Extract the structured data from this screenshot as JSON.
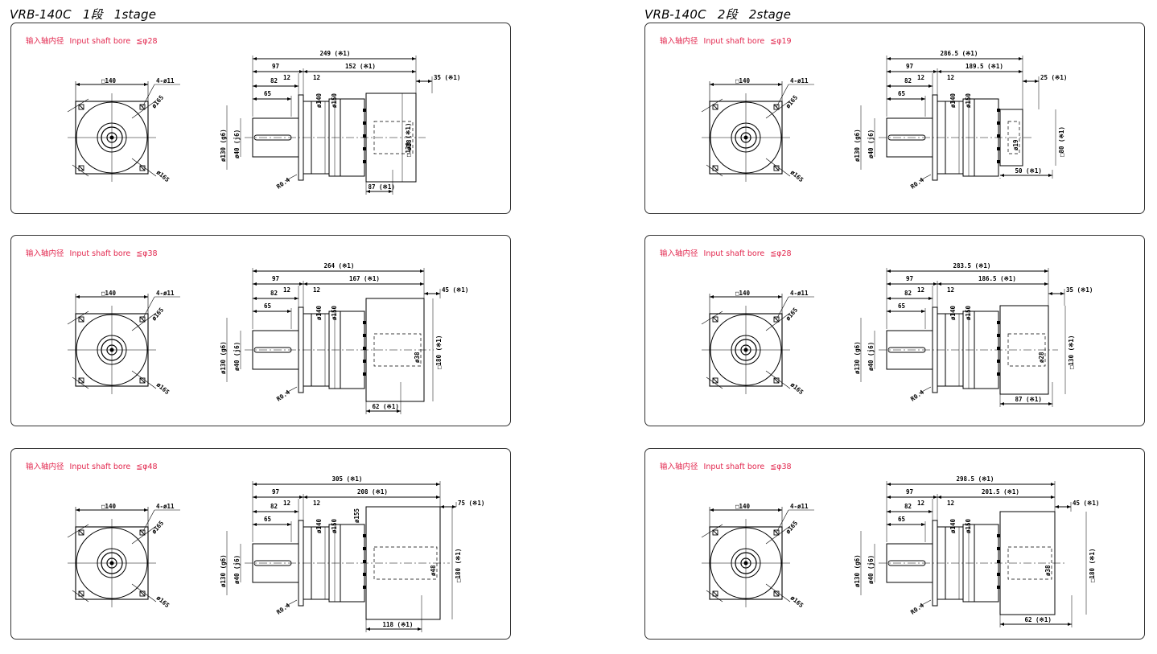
{
  "columns": [
    {
      "title_model": "VRB-140C",
      "title_stage_jp": "1段",
      "title_stage_en": "1stage",
      "panels": [
        {
          "bore_jp": "输入轴内径",
          "bore_en": "Input shaft bore",
          "bore_value": "≦φ28",
          "front": {
            "square": "□140",
            "holes": "4-ø11",
            "pcd_top": "ø165",
            "pcd_bottom": "ø165"
          },
          "side": {
            "overall": "249 (※1)",
            "shaft_len": "97",
            "motor_len": "152 (※1)",
            "flange_tail": "35 (※1)",
            "pilot_len": "82",
            "key_len": "65",
            "t1": "12",
            "t2": "12",
            "d140": "ø140",
            "d150": "ø150",
            "shaft_dia": "ø40 (j6)",
            "spigot": "ø130 (g6)",
            "radius": "R0.4",
            "bore_dia": "ø28",
            "adapter_sq": "□130 (※1)",
            "bottom_len": "87 (※1)"
          }
        },
        {
          "bore_jp": "输入轴内径",
          "bore_en": "Input shaft bore",
          "bore_value": "≦φ38",
          "front": {
            "square": "□140",
            "holes": "4-ø11",
            "pcd_top": "ø165",
            "pcd_bottom": "ø165"
          },
          "side": {
            "overall": "264 (※1)",
            "shaft_len": "97",
            "motor_len": "167 (※1)",
            "flange_tail": "45 (※1)",
            "pilot_len": "82",
            "key_len": "65",
            "t1": "12",
            "t2": "12",
            "d140": "ø140",
            "d150": "ø150",
            "shaft_dia": "ø40 (j6)",
            "spigot": "ø130 (g6)",
            "radius": "R0.4",
            "bore_dia": "ø38",
            "adapter_sq": "□180 (※1)",
            "bottom_len": "62 (※1)"
          }
        },
        {
          "bore_jp": "输入轴内径",
          "bore_en": "Input shaft bore",
          "bore_value": "≦φ48",
          "front": {
            "square": "□140",
            "holes": "4-ø11",
            "pcd_top": "ø165",
            "pcd_bottom": "ø165"
          },
          "side": {
            "overall": "305 (※1)",
            "shaft_len": "97",
            "motor_len": "208 (※1)",
            "flange_tail": "75 (※1)",
            "pilot_len": "82",
            "key_len": "65",
            "t1": "12",
            "t2": "12",
            "d140": "ø140",
            "d150": "ø150",
            "d155": "ø155",
            "shaft_dia": "ø40 (j6)",
            "spigot": "ø130 (g6)",
            "radius": "R0.4",
            "bore_dia": "ø48",
            "adapter_sq": "□180 (※1)",
            "bottom_len": "118 (※1)"
          }
        }
      ]
    },
    {
      "title_model": "VRB-140C",
      "title_stage_jp": "2段",
      "title_stage_en": "2stage",
      "panels": [
        {
          "bore_jp": "输入轴内径",
          "bore_en": "Input shaft bore",
          "bore_value": "≦φ19",
          "front": {
            "square": "□140",
            "holes": "4-ø11",
            "pcd_top": "ø165",
            "pcd_bottom": "ø165"
          },
          "side": {
            "overall": "286.5 (※1)",
            "shaft_len": "97",
            "motor_len": "189.5 (※1)",
            "flange_tail": "25 (※1)",
            "pilot_len": "82",
            "key_len": "65",
            "t1": "12",
            "t2": "12",
            "d140": "ø140",
            "d150": "ø150",
            "shaft_dia": "ø40 (j6)",
            "spigot": "ø130 (g6)",
            "radius": "R0.4",
            "bore_dia": "ø19",
            "adapter_sq": "□80 (※1)",
            "bottom_len": "50 (※1)"
          }
        },
        {
          "bore_jp": "输入轴内径",
          "bore_en": "Input shaft bore",
          "bore_value": "≦φ28",
          "front": {
            "square": "□140",
            "holes": "4-ø11",
            "pcd_top": "ø165",
            "pcd_bottom": "ø165"
          },
          "side": {
            "overall": "283.5 (※1)",
            "shaft_len": "97",
            "motor_len": "186.5 (※1)",
            "flange_tail": "35 (※1)",
            "pilot_len": "82",
            "key_len": "65",
            "t1": "12",
            "t2": "12",
            "d140": "ø140",
            "d150": "ø150",
            "shaft_dia": "ø40 (j6)",
            "spigot": "ø130 (g6)",
            "radius": "R0.4",
            "bore_dia": "ø28",
            "adapter_sq": "□130 (※1)",
            "bottom_len": "87 (※1)"
          }
        },
        {
          "bore_jp": "输入轴内径",
          "bore_en": "Input shaft bore",
          "bore_value": "≦φ38",
          "front": {
            "square": "□140",
            "holes": "4-ø11",
            "pcd_top": "ø165",
            "pcd_bottom": "ø165"
          },
          "side": {
            "overall": "298.5 (※1)",
            "shaft_len": "97",
            "motor_len": "201.5 (※1)",
            "flange_tail": "45 (※1)",
            "pilot_len": "82",
            "key_len": "65",
            "t1": "12",
            "t2": "12",
            "d140": "ø140",
            "d150": "ø150",
            "shaft_dia": "ø40 (j6)",
            "spigot": "ø130 (g6)",
            "radius": "R0.4",
            "bore_dia": "ø38",
            "adapter_sq": "□180 (※1)",
            "bottom_len": "62 (※1)"
          }
        }
      ]
    }
  ]
}
